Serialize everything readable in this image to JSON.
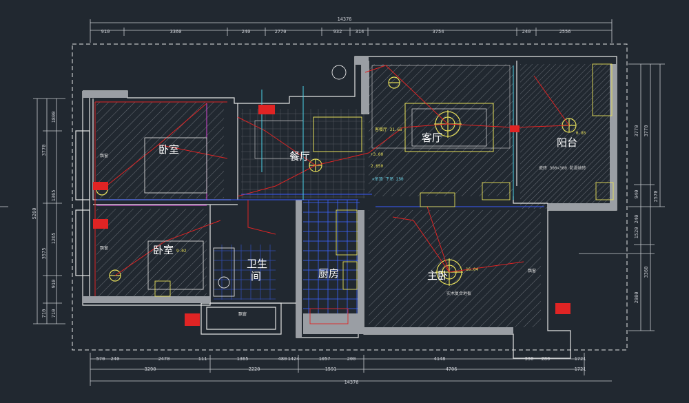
{
  "dimensions": {
    "top_total": "14376",
    "top_segments": [
      "910",
      "3360",
      "240",
      "2770",
      "932",
      "314",
      "3754",
      "240",
      "2556"
    ],
    "bottom_segments": [
      "570",
      "240",
      "2470",
      "111",
      "1365",
      "480",
      "1424",
      "1057",
      "200",
      "4148",
      "330",
      "280",
      "1721"
    ],
    "bottom_mid": [
      "3290",
      "2220",
      "1591",
      "4706",
      "1721"
    ],
    "bottom_total": "14376",
    "left_vertical": [
      "1800",
      "3770",
      "1365",
      "5260",
      "3575",
      "1265",
      "910",
      "710",
      "710"
    ],
    "right_vertical": [
      "3770",
      "3770",
      "940",
      "2570",
      "240",
      "1520",
      "3360",
      "2980"
    ]
  },
  "rooms": {
    "bedroom_top": "卧室",
    "bedroom_bottom": "卧室",
    "dining": "餐厅",
    "living": "客厅",
    "balcony": "阳台",
    "bathroom_a": "卫生",
    "bathroom_b": "间",
    "kitchen": "厨房",
    "master": "主卧"
  },
  "notes": {
    "living_area": "客餐厅 31.65",
    "dining_height": "+3.00",
    "dining_mark": "2.650",
    "ceiling_note": "<吊顶 下吊 250",
    "master_area": "16.04",
    "balcony_area": "6.85",
    "bedroom_area": "9.02",
    "floor_note": "实木复合地板",
    "balcony_floor": "瓷砖 300×300 防滑地砖",
    "window_label_1": "飘窗",
    "window_label_2": "飘窗",
    "window_label_3": "飘窗",
    "window_label_4": "飘窗"
  }
}
